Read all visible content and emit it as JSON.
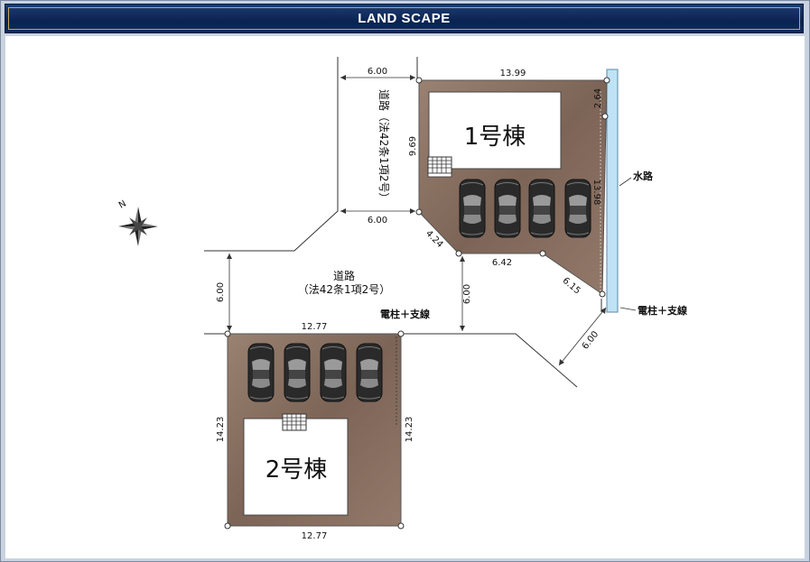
{
  "header": {
    "title": "LAND SCAPE"
  },
  "buildings": {
    "b1": "1号棟",
    "b2": "2号棟"
  },
  "roads": {
    "north_label": "道路（法42条1項2号）",
    "main_label_1": "道路",
    "main_label_2": "（法42条1項2号）"
  },
  "waterway": "水路",
  "poles": {
    "p1": "電柱＋支線",
    "p2": "電柱＋支線"
  },
  "compass": "N",
  "dims": {
    "road_n_top": "6.00",
    "road_n_bottom": "6.00",
    "lot1_top": "13.99",
    "lot1_right_a": "2.64",
    "lot1_right_b": "13.98",
    "lot1_left": "9.69",
    "lot1_diag_left": "4.24",
    "lot1_bottom": "6.42",
    "lot1_diag_right": "6.15",
    "road_w_left": "6.00",
    "road_w_mid": "6.00",
    "road_w_right": "6.00",
    "lot2_top": "12.77",
    "lot2_left": "14.23",
    "lot2_right": "14.23",
    "lot2_bottom": "12.77"
  },
  "colors": {
    "lot": "#8a7262",
    "header": "#0a2350",
    "water": "#bfe3f5"
  }
}
